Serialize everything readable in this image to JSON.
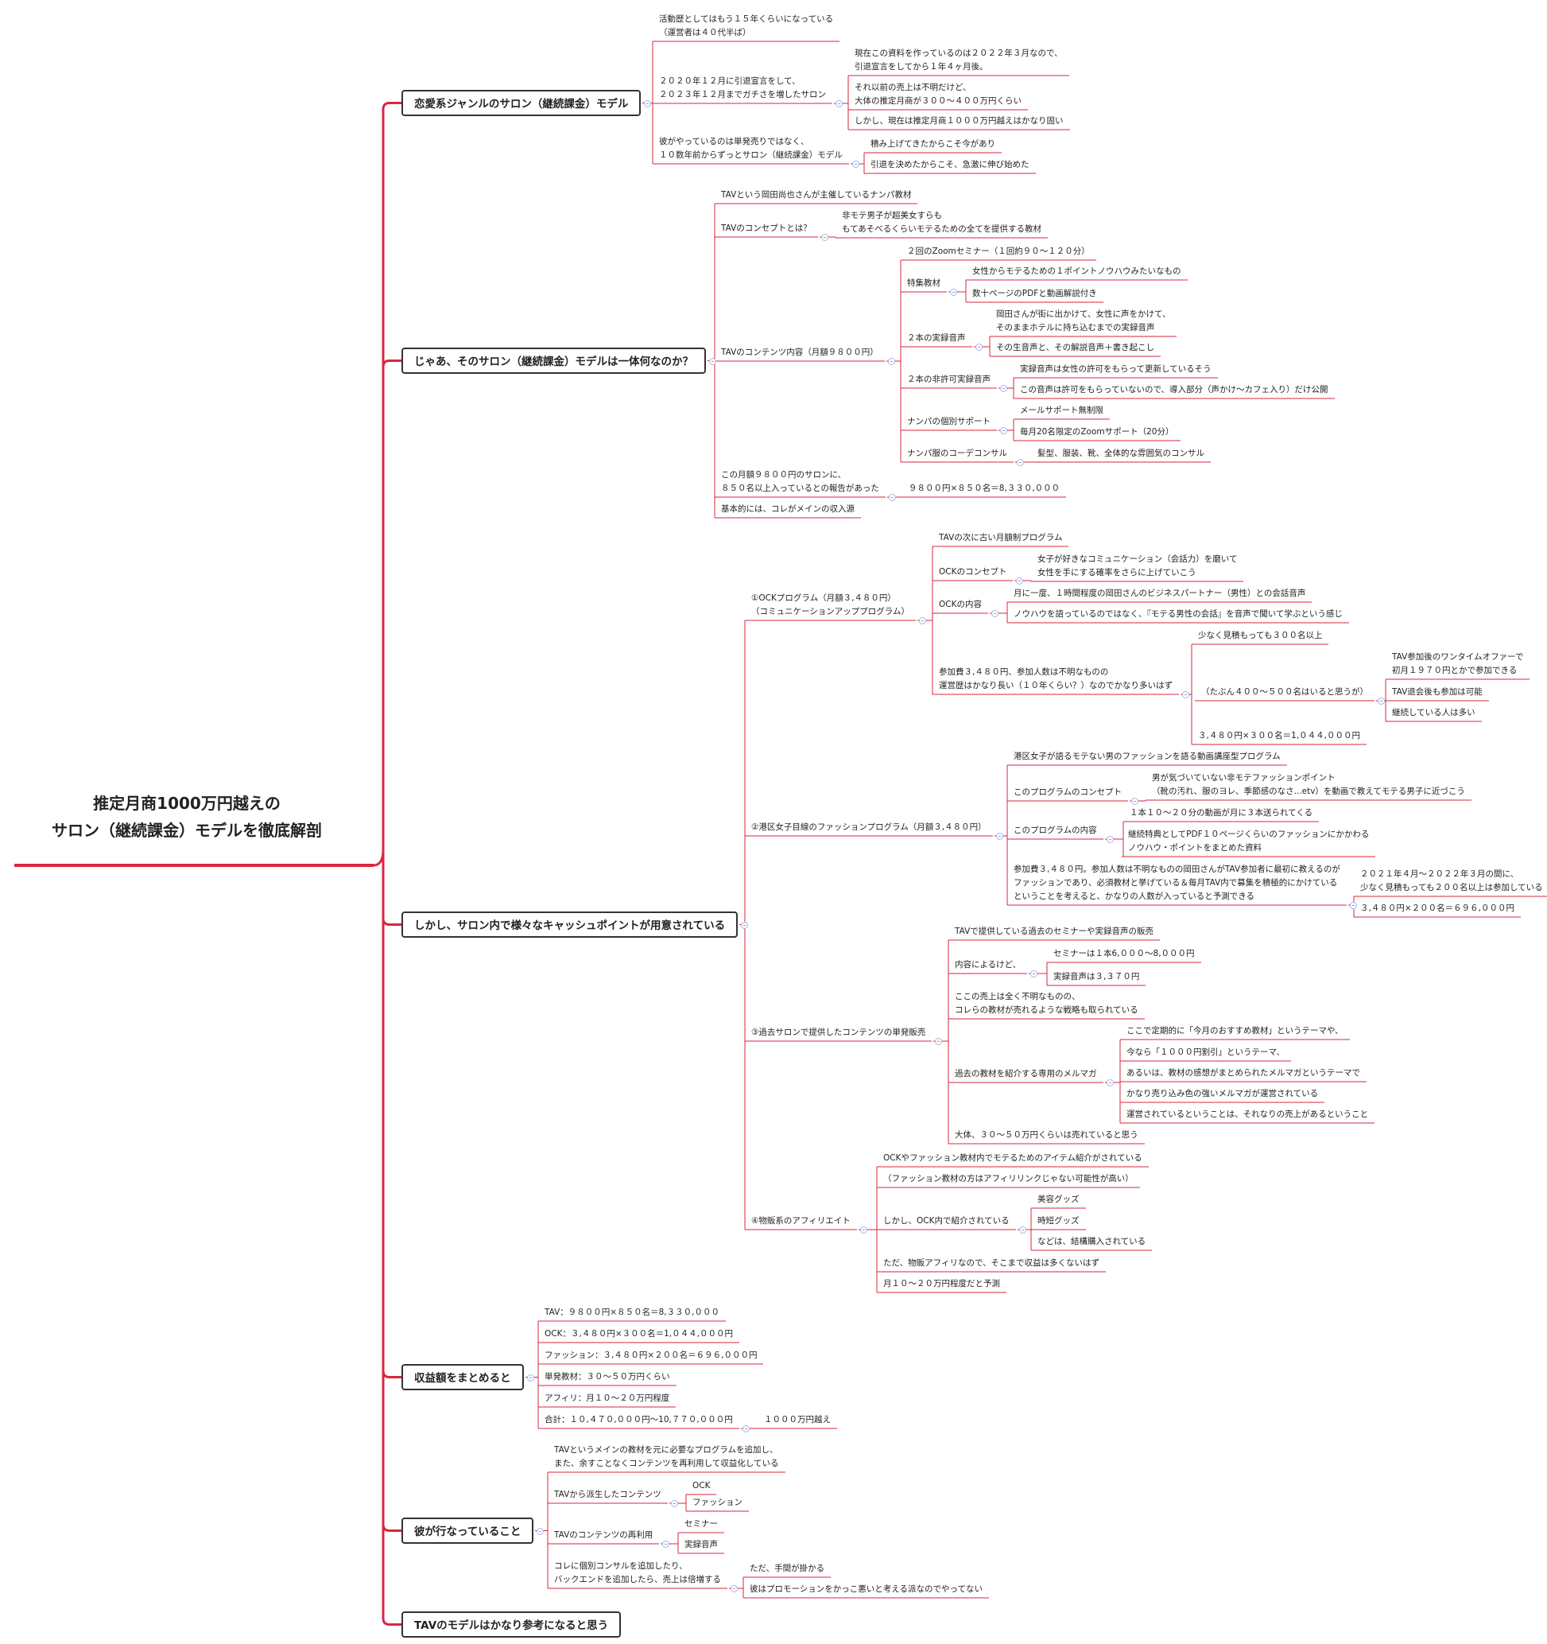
{
  "root": {
    "title": "推定月商1000万円越えの\nサロン（継続課金）モデルを徹底解剖"
  },
  "colors": {
    "accent": "#d9263f",
    "topic_border": "#333333",
    "collapse": "#8e9bd8"
  },
  "nodes": [
    {
      "id": "b1",
      "text": "恋愛系ジャンルのサロン（継続課金）モデル"
    },
    {
      "id": "n1",
      "text": "活動歴としてはもう１５年くらいになっている\n（運営者は４０代半ば）"
    },
    {
      "id": "n2",
      "text": "２０２０年１２月に引退宣言をして、\n２０２３年１２月までガチさを増したサロン"
    },
    {
      "id": "n3",
      "text": "現在この資料を作っているのは２０２２年３月なので、\n引退宣言をしてから１年４ヶ月後。"
    },
    {
      "id": "n4",
      "text": "それ以前の売上は不明だけど、\n大体の推定月商が３００〜４００万円くらい"
    },
    {
      "id": "n5",
      "text": "しかし、現在は推定月商１０００万円越えはかなり固い"
    },
    {
      "id": "n6",
      "text": "彼がやっているのは単発売りではなく、\n１０数年前からずっとサロン（継続課金）モデル"
    },
    {
      "id": "n7",
      "text": "積み上げてきたからこそ今があり"
    },
    {
      "id": "n8",
      "text": "引退を決めたからこそ、急激に伸び始めた"
    },
    {
      "id": "b2",
      "text": "じゃあ、そのサロン（継続課金）モデルは一体何なのか？"
    },
    {
      "id": "n9",
      "text": "TAVという岡田尚也さんが主催しているナンパ教材"
    },
    {
      "id": "n10",
      "text": "TAVのコンセプトとは？"
    },
    {
      "id": "n11",
      "text": "非モテ男子が超美女すらも\nもてあそべるくらいモテるための全てを提供する教材"
    },
    {
      "id": "n12",
      "text": "TAVのコンテンツ内容（月額９８００円）"
    },
    {
      "id": "n13",
      "text": "２回のZoomセミナー（１回約９０〜１２０分）"
    },
    {
      "id": "n14",
      "text": "特集教材"
    },
    {
      "id": "n15",
      "text": "女性からモテるための１ポイントノウハウみたいなもの"
    },
    {
      "id": "n16",
      "text": "数十ページのPDFと動画解説付き"
    },
    {
      "id": "n17",
      "text": "２本の実録音声"
    },
    {
      "id": "n18",
      "text": "岡田さんが街に出かけて、女性に声をかけて、\nそのままホテルに持ち込むまでの実録音声"
    },
    {
      "id": "n19",
      "text": "その生音声と、その解説音声＋書き起こし"
    },
    {
      "id": "n20",
      "text": "２本の非許可実録音声"
    },
    {
      "id": "n21",
      "text": "実録音声は女性の許可をもらって更新しているそう"
    },
    {
      "id": "n22",
      "text": "この音声は許可をもらっていないので、導入部分（声かけ〜カフェ入り）だけ公開"
    },
    {
      "id": "n23",
      "text": "ナンパの個別サポート"
    },
    {
      "id": "n24",
      "text": "メールサポート無制限"
    },
    {
      "id": "n25",
      "text": "毎月20名限定のZoomサポート（20分）"
    },
    {
      "id": "n26",
      "text": "ナンパ服のコーデコンサル"
    },
    {
      "id": "n27",
      "text": "髪型、服装、靴、全体的な雰囲気のコンサル"
    },
    {
      "id": "n28",
      "text": "この月額９８００円のサロンに、\n８５０名以上入っているとの報告があった"
    },
    {
      "id": "n29",
      "text": "９８００円×８５０名＝8,３３０,０００"
    },
    {
      "id": "n30",
      "text": "基本的には、コレがメインの収入源"
    },
    {
      "id": "b3",
      "text": "しかし、サロン内で様々なキャッシュポイントが用意されている"
    },
    {
      "id": "n31",
      "text": "①OCKプログラム（月額３,４８０円）\n（コミュニケーションアッププログラム）"
    },
    {
      "id": "n32",
      "text": "TAVの次に古い月額制プログラム"
    },
    {
      "id": "n33",
      "text": "OCKのコンセプト"
    },
    {
      "id": "n34",
      "text": "女子が好きなコミュニケーション（会話力）を磨いて\n女性を手にする確率をさらに上げていこう"
    },
    {
      "id": "n35",
      "text": "OCKの内容"
    },
    {
      "id": "n36",
      "text": "月に一度、１時間程度の岡田さんのビジネスパートナー（男性）との会話音声"
    },
    {
      "id": "n37",
      "text": "ノウハウを語っているのではなく、『モテる男性の会話』を音声で聞いて学ぶという感じ"
    },
    {
      "id": "n38",
      "text": "参加費３,４８０円、参加人数は不明なものの\n運営歴はかなり長い（１０年くらい？）なのでかなり多いはず"
    },
    {
      "id": "n39",
      "text": "少なく見積もっても３００名以上"
    },
    {
      "id": "n40",
      "text": "（たぶん４００〜５００名はいると思うが）"
    },
    {
      "id": "n41",
      "text": "TAV参加後のワンタイムオファーで\n初月１９７０円とかで参加できる"
    },
    {
      "id": "n42",
      "text": "TAV退会後も参加は可能"
    },
    {
      "id": "n43",
      "text": "継続している人は多い"
    },
    {
      "id": "n44",
      "text": "３,４８０円×３００名＝1,０４４,０００円"
    },
    {
      "id": "n45",
      "text": "②港区女子目線のファッションプログラム（月額３,４８０円）"
    },
    {
      "id": "n46",
      "text": "港区女子が語るモテない男のファッションを語る動画講座型プログラム"
    },
    {
      "id": "n47",
      "text": "このプログラムのコンセプト"
    },
    {
      "id": "n48",
      "text": "男が気づいていない非モテファッションポイント\n（靴の汚れ、服のヨレ、季節感のなさ...etv）を動画で教えてモテる男子に近づこう"
    },
    {
      "id": "n49",
      "text": "このプログラムの内容"
    },
    {
      "id": "n50",
      "text": "１本１０〜２０分の動画が月に３本送られてくる"
    },
    {
      "id": "n51",
      "text": "継続特典としてPDF１０ページくらいのファッションにかかわる\nノウハウ・ポイントをまとめた資料"
    },
    {
      "id": "n52",
      "text": "参加費３,４８０円。参加人数は不明なものの岡田さんがTAV参加者に最初に教えるのが\nファッションであり、必須教材と挙げている＆毎月TAV内で募集を積極的にかけている\nということを考えると、かなりの人数が入っていると予測できる"
    },
    {
      "id": "n53",
      "text": "２０２１年４月〜２０２２年３月の間に、\n少なく見積もっても２００名以上は参加している"
    },
    {
      "id": "n54",
      "text": "３,４８０円×２００名＝６９６,０００円"
    },
    {
      "id": "n55",
      "text": "③過去サロンで提供したコンテンツの単発販売"
    },
    {
      "id": "n56",
      "text": "TAVで提供している過去のセミナーや実録音声の販売"
    },
    {
      "id": "n57",
      "text": "内容によるけど、"
    },
    {
      "id": "n58",
      "text": "セミナーは１本6,０００〜8,０００円"
    },
    {
      "id": "n59",
      "text": "実録音声は３,３７０円"
    },
    {
      "id": "n60",
      "text": "ここの売上は全く不明なものの、\nコレらの教材が売れるような戦略も取られている"
    },
    {
      "id": "n61",
      "text": "過去の教材を紹介する専用のメルマガ"
    },
    {
      "id": "n62",
      "text": "ここで定期的に「今月のおすすめ教材」というテーマや、"
    },
    {
      "id": "n63",
      "text": "今なら「１０００円割引」というテーマ、"
    },
    {
      "id": "n64",
      "text": "あるいは、教材の感想がまとめられたメルマガというテーマで"
    },
    {
      "id": "n65",
      "text": "かなり売り込み色の強いメルマガが運営されている"
    },
    {
      "id": "n66",
      "text": "運営されているということは、それなりの売上があるということ"
    },
    {
      "id": "n67",
      "text": "大体、３０〜５０万円くらいは売れていると思う"
    },
    {
      "id": "n68",
      "text": "④物販系のアフィリエイト"
    },
    {
      "id": "n69",
      "text": "OCKやファッション教材内でモテるためのアイテム紹介がされている"
    },
    {
      "id": "n70",
      "text": "（ファッション教材の方はアフィリリンクじゃない可能性が高い）"
    },
    {
      "id": "n71",
      "text": "しかし、OCK内で紹介されている"
    },
    {
      "id": "n72",
      "text": "美容グッズ"
    },
    {
      "id": "n73",
      "text": "時短グッズ"
    },
    {
      "id": "n74",
      "text": "などは、結構購入されている"
    },
    {
      "id": "n75",
      "text": "ただ、物販アフィリなので、そこまで収益は多くないはず"
    },
    {
      "id": "n76",
      "text": "月１０〜２０万円程度だと予測"
    },
    {
      "id": "b4",
      "text": "収益額をまとめると"
    },
    {
      "id": "n77",
      "text": "TAV：９８００円×８５０名＝8,３３０,０００"
    },
    {
      "id": "n78",
      "text": "OCK：３,４８０円×３００名＝1,０４４,０００円"
    },
    {
      "id": "n79",
      "text": "ファッション：３,４８０円×２００名＝６９６,０００円"
    },
    {
      "id": "n80",
      "text": "単発教材：３０〜５０万円くらい"
    },
    {
      "id": "n81",
      "text": "アフィリ：月１０〜２０万円程度"
    },
    {
      "id": "n82",
      "text": "合計：１０,４７０,０００円〜10,７７０,０００円"
    },
    {
      "id": "n83",
      "text": "１０００万円越え"
    },
    {
      "id": "b5",
      "text": "彼が行なっていること"
    },
    {
      "id": "n84",
      "text": "TAVというメインの教材を元に必要なプログラムを追加し、\nまた、余すことなくコンテンツを再利用して収益化している"
    },
    {
      "id": "n85",
      "text": "TAVから派生したコンテンツ"
    },
    {
      "id": "n86",
      "text": "OCK"
    },
    {
      "id": "n87",
      "text": "ファッション"
    },
    {
      "id": "n88",
      "text": "TAVのコンテンツの再利用"
    },
    {
      "id": "n89",
      "text": "セミナー"
    },
    {
      "id": "n90",
      "text": "実録音声"
    },
    {
      "id": "n91",
      "text": "コレに個別コンサルを追加したり、\nバックエンドを追加したら、売上は倍増する"
    },
    {
      "id": "n92",
      "text": "ただ、手間が掛かる"
    },
    {
      "id": "n93",
      "text": "彼はプロモーションをかっこ悪いと考える派なのでやってない"
    },
    {
      "id": "b6",
      "text": "TAVのモデルはかなり参考になると思う"
    }
  ]
}
